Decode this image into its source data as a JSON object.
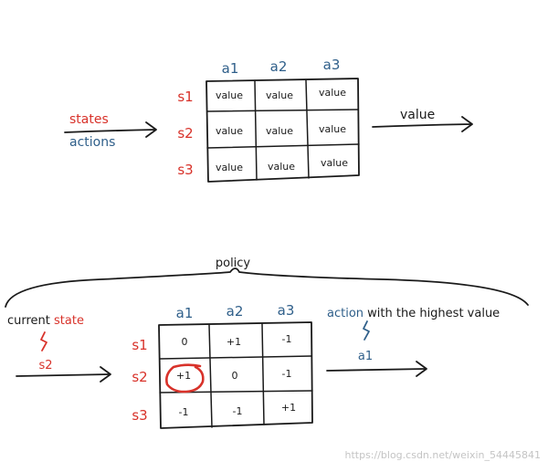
{
  "top_table": {
    "columns": [
      "a1",
      "a2",
      "a3"
    ],
    "rows": [
      "s1",
      "s2",
      "s3"
    ],
    "cells": [
      [
        "value",
        "value",
        "value"
      ],
      [
        "value",
        "value",
        "value"
      ],
      [
        "value",
        "value",
        "value"
      ]
    ],
    "input_labels": {
      "states": "states",
      "actions": "actions"
    },
    "output_label": "value"
  },
  "policy": {
    "label": "policy",
    "input_label": {
      "prefix": "current ",
      "highlight": "state"
    },
    "input_value": "s2",
    "columns": [
      "a1",
      "a2",
      "a3"
    ],
    "rows": [
      "s1",
      "s2",
      "s3"
    ],
    "cells": [
      [
        "0",
        "+1",
        "-1"
      ],
      [
        "+1",
        "0",
        "-1"
      ],
      [
        "-1",
        "-1",
        "+1"
      ]
    ],
    "circled_cell": {
      "row": 1,
      "col": 0
    },
    "output_label": {
      "highlight": "action",
      "suffix": " with the highest value"
    },
    "output_value": "a1"
  },
  "watermark": "https://blog.csdn.net/weixin_54445841",
  "colors": {
    "state": "#d8322a",
    "action": "#2f5f8a",
    "ink": "#1a1a1a"
  }
}
